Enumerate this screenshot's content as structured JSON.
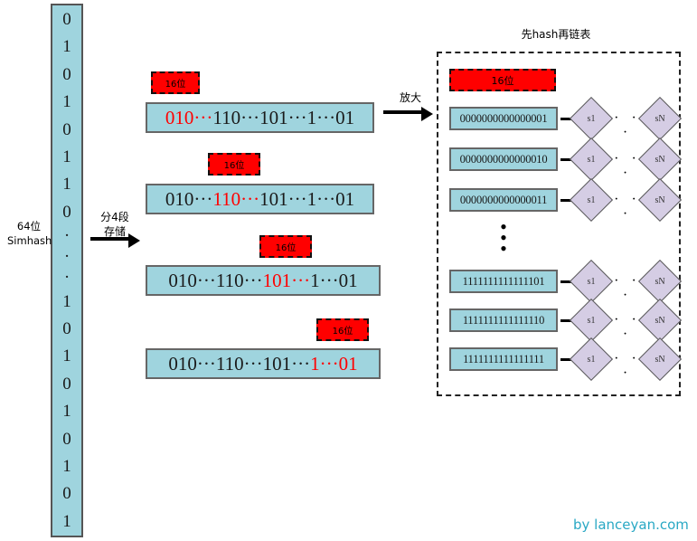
{
  "diagram": {
    "title_panel": "先hash再链表",
    "watermark": "by lanceyan.com",
    "labels": {
      "simhash": "64位\nSimhash",
      "split": "分4段\n存储",
      "zoom": "放大"
    },
    "bit_column": {
      "name": "64-bit simhash column",
      "bits": [
        "0",
        "1",
        "0",
        "1",
        "0",
        "1",
        "1",
        "0",
        "·",
        "·",
        "·",
        "1",
        "0",
        "1",
        "0",
        "1",
        "0",
        "1",
        "0",
        "1"
      ]
    },
    "segment_rows": [
      {
        "tag": "16位",
        "parts": [
          {
            "text": "010",
            "color": "red"
          },
          {
            "text": "···",
            "color": "red"
          },
          {
            "text": "110",
            "color": "black"
          },
          {
            "text": "···",
            "color": "black"
          },
          {
            "text": "101",
            "color": "black"
          },
          {
            "text": "···",
            "color": "black"
          },
          {
            "text": "1",
            "color": "black"
          },
          {
            "text": "···",
            "color": "black"
          },
          {
            "text": "01",
            "color": "black"
          }
        ]
      },
      {
        "tag": "16位",
        "parts": [
          {
            "text": "010",
            "color": "black"
          },
          {
            "text": "···",
            "color": "black"
          },
          {
            "text": "110",
            "color": "red"
          },
          {
            "text": "···",
            "color": "red"
          },
          {
            "text": "101",
            "color": "black"
          },
          {
            "text": "···",
            "color": "black"
          },
          {
            "text": "1",
            "color": "black"
          },
          {
            "text": "···",
            "color": "black"
          },
          {
            "text": "01",
            "color": "black"
          }
        ]
      },
      {
        "tag": "16位",
        "parts": [
          {
            "text": "010",
            "color": "black"
          },
          {
            "text": "···",
            "color": "black"
          },
          {
            "text": "110",
            "color": "black"
          },
          {
            "text": "···",
            "color": "black"
          },
          {
            "text": "101",
            "color": "red"
          },
          {
            "text": "···",
            "color": "red"
          },
          {
            "text": "1",
            "color": "black"
          },
          {
            "text": "···",
            "color": "black"
          },
          {
            "text": "01",
            "color": "black"
          }
        ]
      },
      {
        "tag": "16位",
        "parts": [
          {
            "text": "010",
            "color": "black"
          },
          {
            "text": "···",
            "color": "black"
          },
          {
            "text": "110",
            "color": "black"
          },
          {
            "text": "···",
            "color": "black"
          },
          {
            "text": "101",
            "color": "black"
          },
          {
            "text": "···",
            "color": "black"
          },
          {
            "text": "1",
            "color": "red"
          },
          {
            "text": "···",
            "color": "red"
          },
          {
            "text": "01",
            "color": "red"
          }
        ]
      }
    ],
    "panel": {
      "tag": "16位",
      "vertical_ellipsis": "•\n•\n•",
      "node_first": "s1",
      "node_last": "sN",
      "node_dots": "· · ·",
      "buckets": [
        "0000000000000001",
        "0000000000000010",
        "0000000000000011",
        "1111111111111101",
        "1111111111111110",
        "1111111111111111"
      ]
    },
    "colors": {
      "box_fill": "#9fd4de",
      "tag_red": "#ff0000",
      "diamond_fill": "#d5cde4",
      "watermark": "#29a8c4",
      "highlight_text": "#ff0000"
    }
  }
}
